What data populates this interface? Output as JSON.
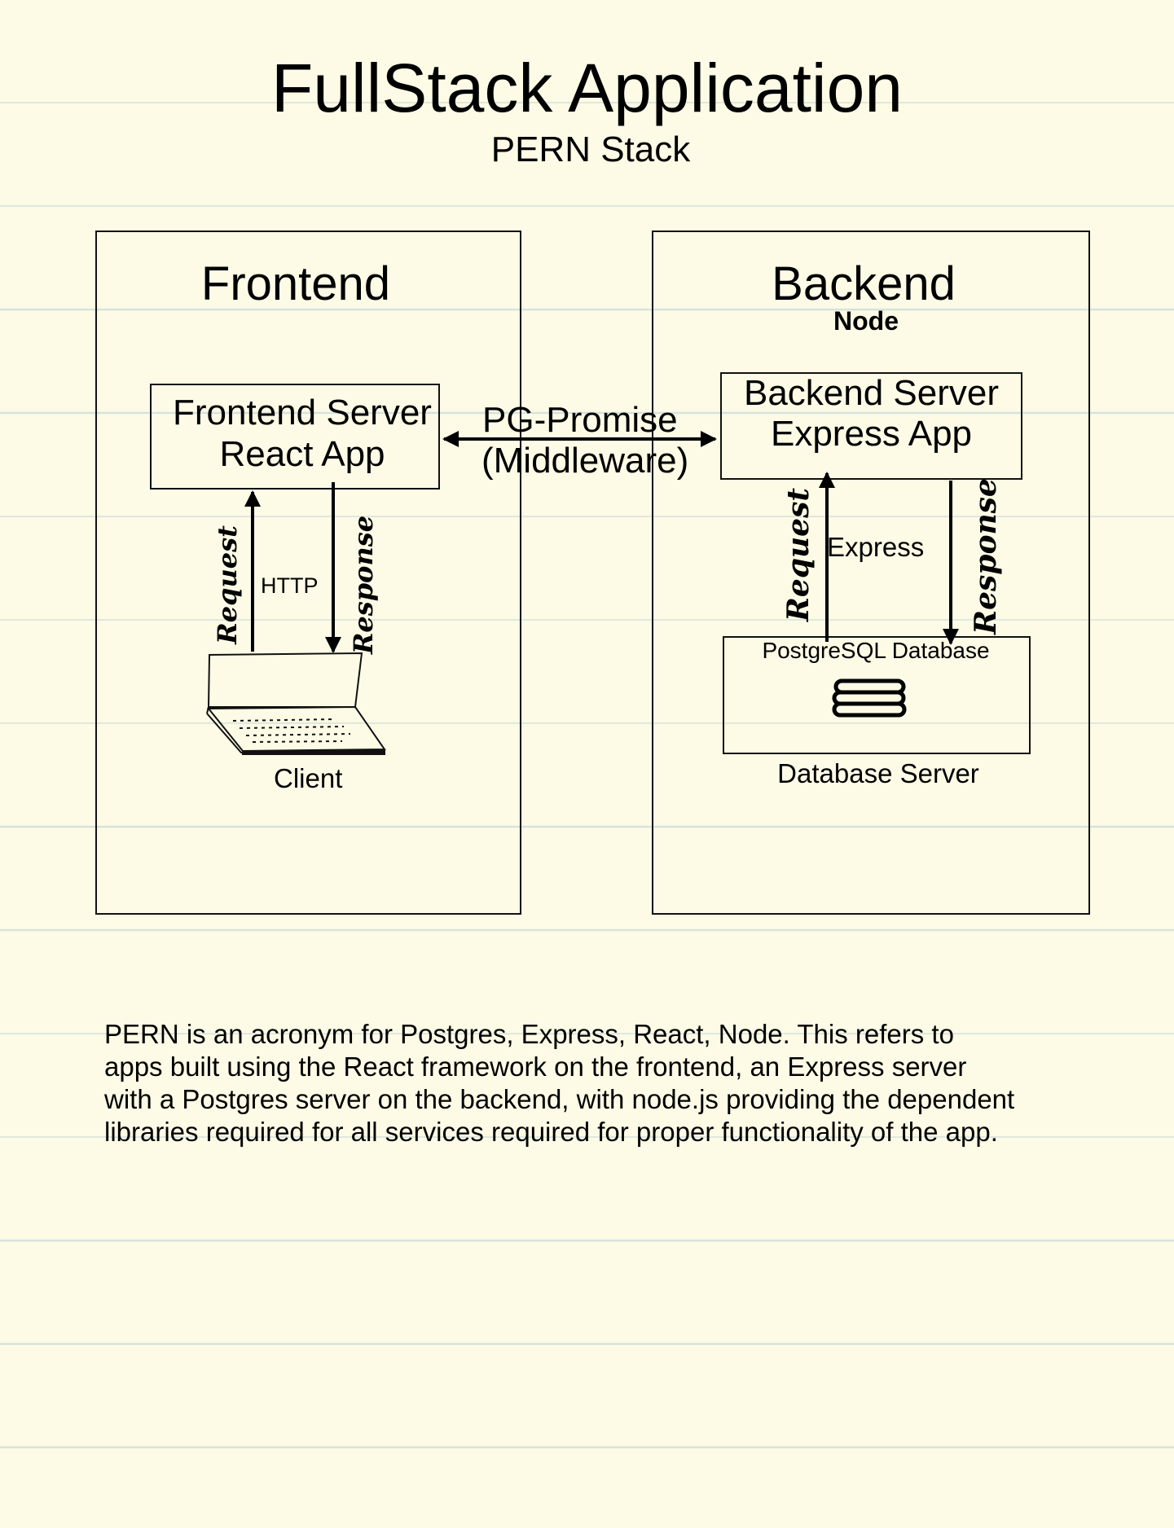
{
  "title": "FullStack Application",
  "subtitle": "PERN Stack",
  "frontend": {
    "heading": "Frontend",
    "server_line1": "Frontend Server",
    "server_line2": "React App",
    "request_label": "Request",
    "response_label": "Response",
    "http_label": "HTTP",
    "client_label": "Client"
  },
  "middleware": {
    "line1": "PG-Promise",
    "line2": "(Middleware)"
  },
  "backend": {
    "heading": "Backend",
    "subheading": "Node",
    "server_line1": "Backend Server",
    "server_line2": "Express App",
    "request_label": "Request",
    "response_label": "Response",
    "express_label": "Express",
    "db_label": "PostgreSQL Database",
    "db_server_label": "Database Server"
  },
  "description": "PERN is an acronym for Postgres, Express, React, Node.  This refers to\napps built using the React framework on the frontend, an Express server\nwith a Postgres server on the backend, with node.js providing the dependent\nlibraries required for all services required for proper functionality of the app."
}
